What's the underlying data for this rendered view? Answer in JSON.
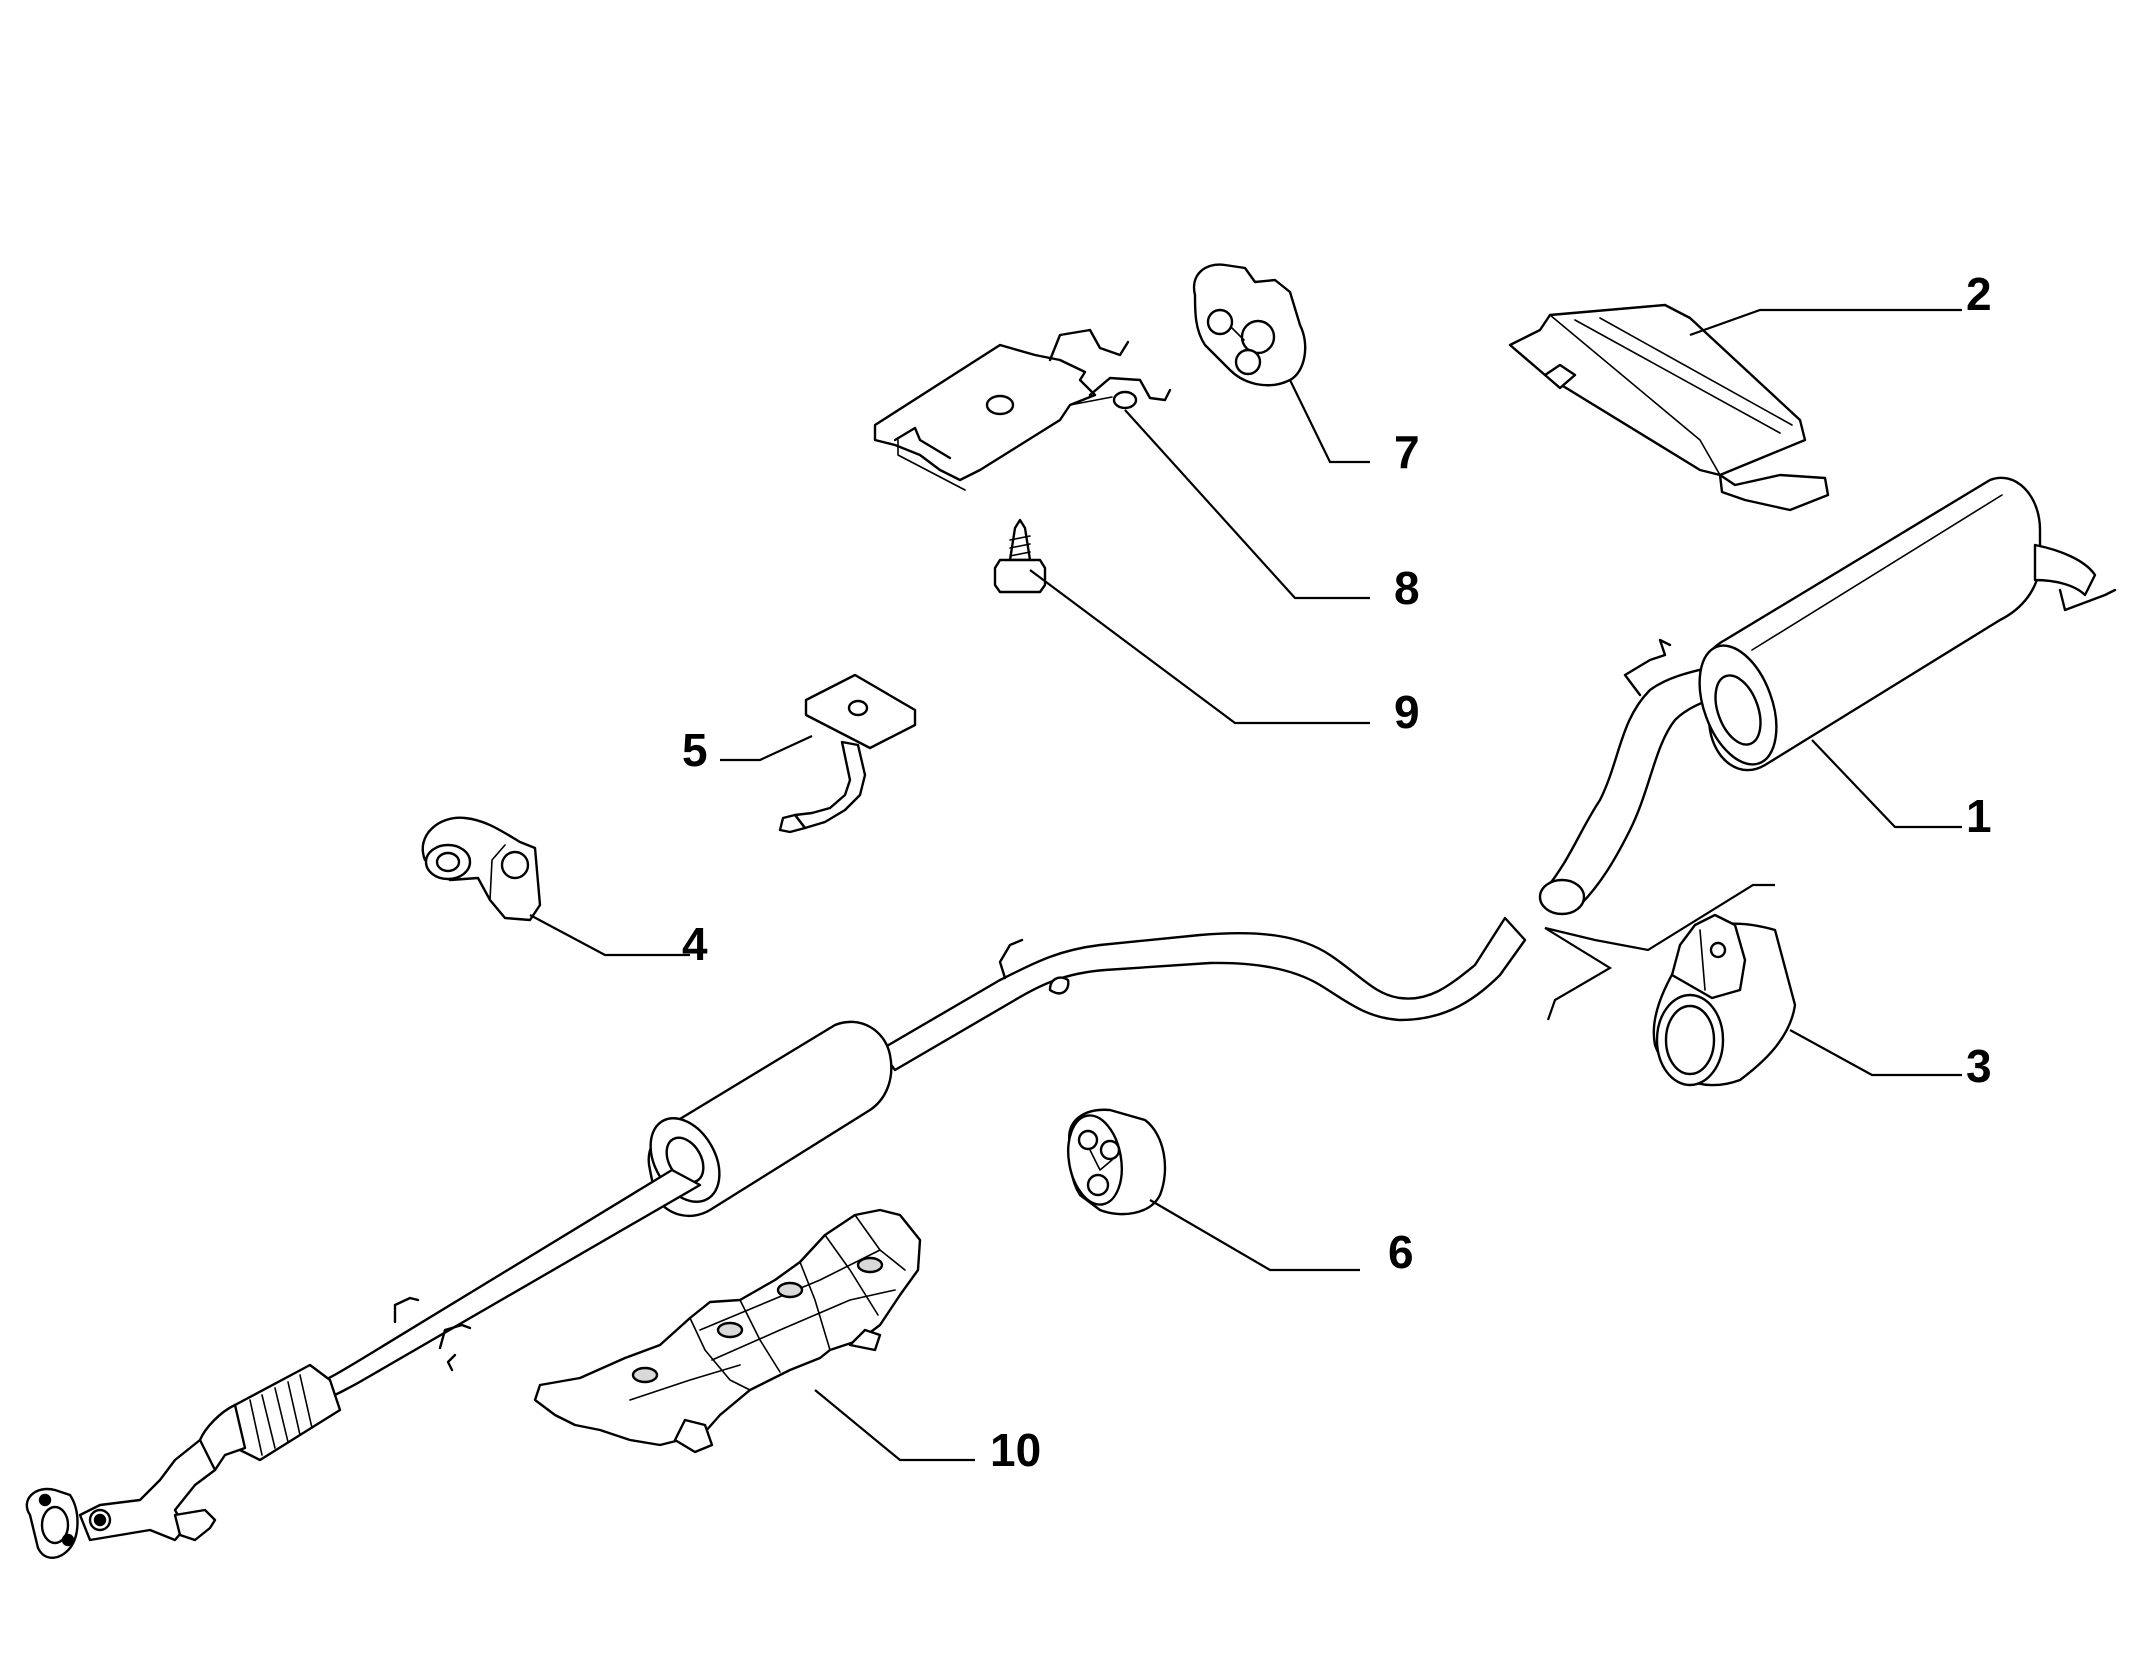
{
  "callouts": [
    {
      "id": "1",
      "label": "1",
      "part": "rear-muffler"
    },
    {
      "id": "2",
      "label": "2",
      "part": "rear-heat-shield"
    },
    {
      "id": "3",
      "label": "3",
      "part": "pipe-clamp"
    },
    {
      "id": "4",
      "label": "4",
      "part": "rubber-mount"
    },
    {
      "id": "5",
      "label": "5",
      "part": "hanger-bracket"
    },
    {
      "id": "6",
      "label": "6",
      "part": "rubber-hanger"
    },
    {
      "id": "7",
      "label": "7",
      "part": "rubber-hanger"
    },
    {
      "id": "8",
      "label": "8",
      "part": "mounting-bracket"
    },
    {
      "id": "9",
      "label": "9",
      "part": "bolt"
    },
    {
      "id": "10",
      "label": "10",
      "part": "front-heat-shield"
    }
  ]
}
